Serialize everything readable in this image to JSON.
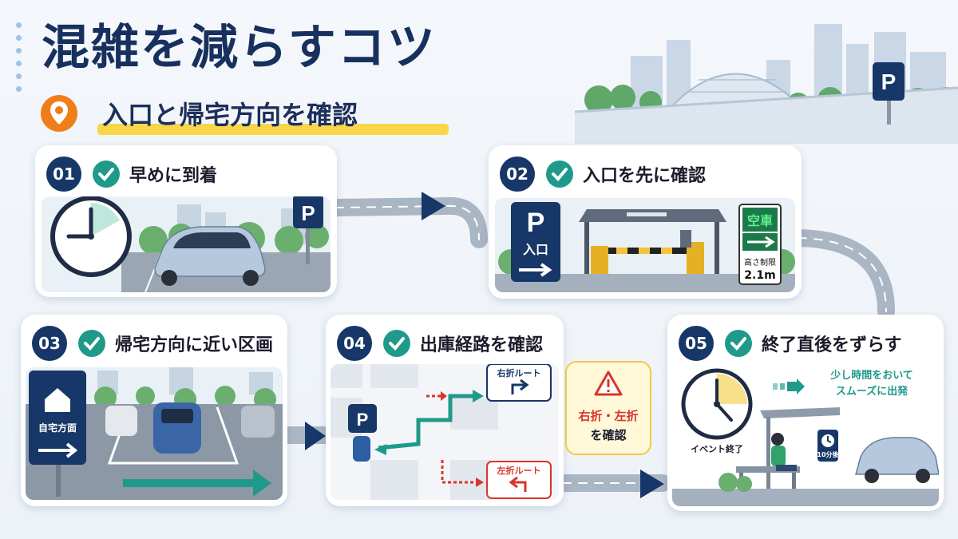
{
  "title": "混雑を減らすコツ",
  "subtitle": "入口と帰宅方向を確認",
  "colors": {
    "navy": "#163767",
    "teal": "#1f9a8a",
    "green_sign": "#1c7a4a",
    "accent_yellow": "#f9d54a",
    "warn_red": "#d8352b",
    "orange_pin": "#ef7d1a"
  },
  "icons": {
    "location": "location-pin-icon",
    "check": "check-icon",
    "parking": "parking-sign-icon",
    "home": "home-icon",
    "warning": "warning-icon"
  },
  "steps": [
    {
      "num": "01",
      "title": "早めに到着",
      "parking": "P"
    },
    {
      "num": "02",
      "title": "入口を先に確認",
      "entrance_sign": "入口",
      "parking": "P",
      "vacancy": "空車",
      "height_label": "高さ制限",
      "height_value": "2.1m"
    },
    {
      "num": "03",
      "title": "帰宅方向に近い区画",
      "home_sign": "自宅方面"
    },
    {
      "num": "04",
      "title": "出庫経路を確認",
      "parking": "P",
      "right_route": "右折ルート",
      "left_route": "左折ルート",
      "caution_line1": "右折・左折",
      "caution_line2": "を確認"
    },
    {
      "num": "05",
      "title": "終了直後をずらす",
      "message_line1": "少し時間をおいて",
      "message_line2": "スムーズに出発",
      "event_end": "イベント終了",
      "after_10": "10分後"
    }
  ],
  "skyline": {
    "parking": "P"
  }
}
